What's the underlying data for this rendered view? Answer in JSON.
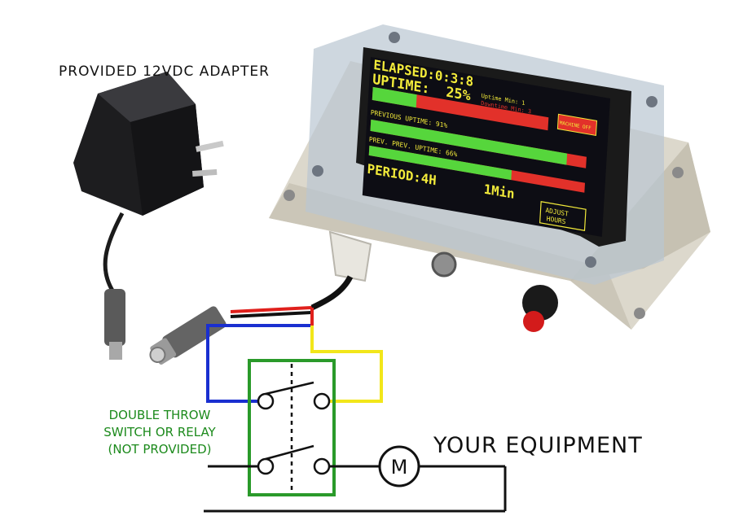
{
  "labels": {
    "adapter": "PROVIDED 12VDC ADAPTER",
    "switch_line1": "DOUBLE THROW",
    "switch_line2": "SWITCH OR RELAY",
    "switch_line3": "(NOT PROVIDED)",
    "equipment": "YOUR EQUIPMENT",
    "motor_symbol": "M"
  },
  "screen": {
    "elapsed": "ELAPSED:0:3:8",
    "uptime": "UPTIME:",
    "uptime_pct": "25%",
    "uptime_min": "Uptime Min: 1",
    "downtime_min": "Downtime Min: 3",
    "machine_btn": "MACHINE OFF",
    "previous_uptime": "PREVIOUS UPTIME: 91%",
    "prev_prev_uptime": "PREV. PREV. UPTIME: 66%",
    "period": "PERIOD:4H",
    "period_min": "1Min",
    "adjust_btn_line1": "ADJUST",
    "adjust_btn_line2": "HOURS",
    "bars": [
      {
        "name": "uptime",
        "fraction": 0.25
      },
      {
        "name": "previous-uptime",
        "fraction": 0.91
      },
      {
        "name": "prev-prev-uptime",
        "fraction": 0.66
      }
    ]
  },
  "colors": {
    "wire_red": "#e0201c",
    "wire_blue": "#1a2fd0",
    "wire_yellow": "#f2e61a",
    "switch_green": "#2a9a2a",
    "bar_green": "#56d63c",
    "bar_red": "#e2312a",
    "screen_yellow": "#f2ea3a",
    "screen_bg": "#0d0d14"
  }
}
